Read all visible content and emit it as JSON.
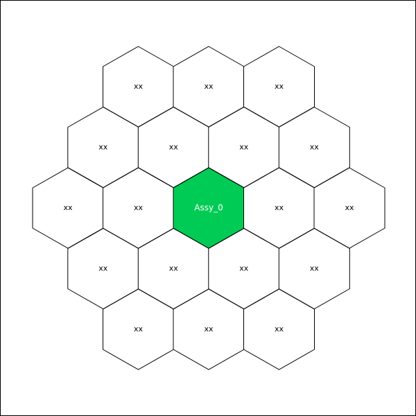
{
  "colors": {
    "background": "#ffffff",
    "outline": "#000000",
    "selected_fill": "#00cc55",
    "selected_text": "#ffffff"
  },
  "grid": {
    "rings": 2,
    "assemblies": [
      {
        "id": "a00",
        "q": 0,
        "r": -2,
        "label": "xx"
      },
      {
        "id": "a01",
        "q": 1,
        "r": -2,
        "label": "xx"
      },
      {
        "id": "a02",
        "q": 2,
        "r": -2,
        "label": "xx"
      },
      {
        "id": "a03",
        "q": -1,
        "r": -1,
        "label": "xx"
      },
      {
        "id": "a04",
        "q": 0,
        "r": -1,
        "label": "xx"
      },
      {
        "id": "a05",
        "q": 1,
        "r": -1,
        "label": "xx"
      },
      {
        "id": "a06",
        "q": 2,
        "r": -1,
        "label": "xx"
      },
      {
        "id": "a07",
        "q": -2,
        "r": 0,
        "label": "xx"
      },
      {
        "id": "a08",
        "q": -1,
        "r": 0,
        "label": "xx"
      },
      {
        "id": "a09",
        "q": 0,
        "r": 0,
        "label": "Assy_0",
        "selected": true
      },
      {
        "id": "a10",
        "q": 1,
        "r": 0,
        "label": "xx"
      },
      {
        "id": "a11",
        "q": 2,
        "r": 0,
        "label": "xx"
      },
      {
        "id": "a12",
        "q": -2,
        "r": 1,
        "label": "xx"
      },
      {
        "id": "a13",
        "q": -1,
        "r": 1,
        "label": "xx"
      },
      {
        "id": "a14",
        "q": 0,
        "r": 1,
        "label": "xx"
      },
      {
        "id": "a15",
        "q": 1,
        "r": 1,
        "label": "xx"
      },
      {
        "id": "a16",
        "q": -2,
        "r": 2,
        "label": "xx"
      },
      {
        "id": "a17",
        "q": -1,
        "r": 2,
        "label": "xx"
      },
      {
        "id": "a18",
        "q": 0,
        "r": 2,
        "label": "xx"
      }
    ]
  }
}
